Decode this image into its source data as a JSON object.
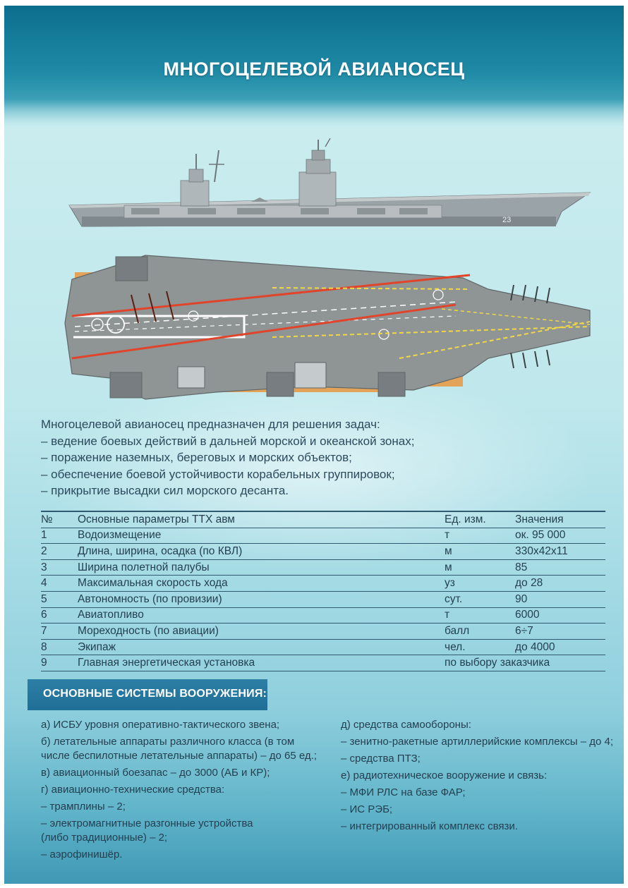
{
  "header": {
    "title": "МНОГОЦЕЛЕВОЙ АВИАНОСЕЦ"
  },
  "ship": {
    "hull_number": "23"
  },
  "intro": {
    "lead": "Многоцелевой авианосец предназначен для решения задач:",
    "tasks": [
      "– ведение боевых действий в дальней морской и океанской зонах;",
      "– поражение наземных, береговых и морских объектов;",
      "– обеспечение боевой устойчивости корабельных группировок;",
      "– прикрытие высадки сил морского десанта."
    ]
  },
  "params": {
    "headers": [
      "№",
      "Основные параметры ТТХ авм",
      "Ед. изм.",
      "Значения"
    ],
    "rows": [
      [
        "1",
        "Водоизмещение",
        "т",
        "ок. 95 000"
      ],
      [
        "2",
        "Длина, ширина, осадка (по КВЛ)",
        "м",
        "330x42x11"
      ],
      [
        "3",
        "Ширина полетной палубы",
        "м",
        "85"
      ],
      [
        "4",
        "Максимальная скорость хода",
        "уз",
        "до 28"
      ],
      [
        "5",
        "Автономность (по провизии)",
        "сут.",
        "90"
      ],
      [
        "6",
        "Авиатопливо",
        "т",
        "6000"
      ],
      [
        "7",
        "Мореходность (по авиации)",
        "балл",
        "6÷7"
      ],
      [
        "8",
        "Экипаж",
        "чел.",
        "до 4000"
      ],
      [
        "9",
        "Главная энергетическая установка",
        "по выбору заказчика",
        ""
      ]
    ]
  },
  "weapons": {
    "title": "ОСНОВНЫЕ СИСТЕМЫ ВООРУЖЕНИЯ:",
    "left": [
      [
        "а) ИСБУ уровня оперативно-тактического звена;"
      ],
      [
        "б) летательные аппараты различного класса (в том",
        "числе беспилотные летательные аппараты) – до 65 ед.;"
      ],
      [
        "в) авиационный боезапас – до 3000 (АБ и КР);"
      ],
      [
        "г) авиационно-технические средства:"
      ],
      [
        "– трамплины – 2;"
      ],
      [
        "– электромагнитные разгонные устройства",
        "(либо традиционные) – 2;"
      ],
      [
        "– аэрофинишёр."
      ]
    ],
    "right": [
      [
        "д) средства самообороны:"
      ],
      [
        "– зенитно-ракетные артиллерийские комплексы – до 4;"
      ],
      [
        "– средства ПТЗ;"
      ],
      [
        "е) радиотехническое вооружение и связь:"
      ],
      [
        "– МФИ РЛС на базе ФАР;"
      ],
      [
        "– ИС РЭБ;"
      ],
      [
        "– интегрированный комплекс связи."
      ]
    ]
  },
  "colors": {
    "header_blue": "#0b6e8c",
    "banner_blue": "#1f6f97",
    "text_dark": "#233f50",
    "deck_gray": "#8f9494",
    "deck_orange": "#e3a45a",
    "deck_red_line": "#e0452b",
    "deck_yellow_line": "#f0d84a"
  }
}
